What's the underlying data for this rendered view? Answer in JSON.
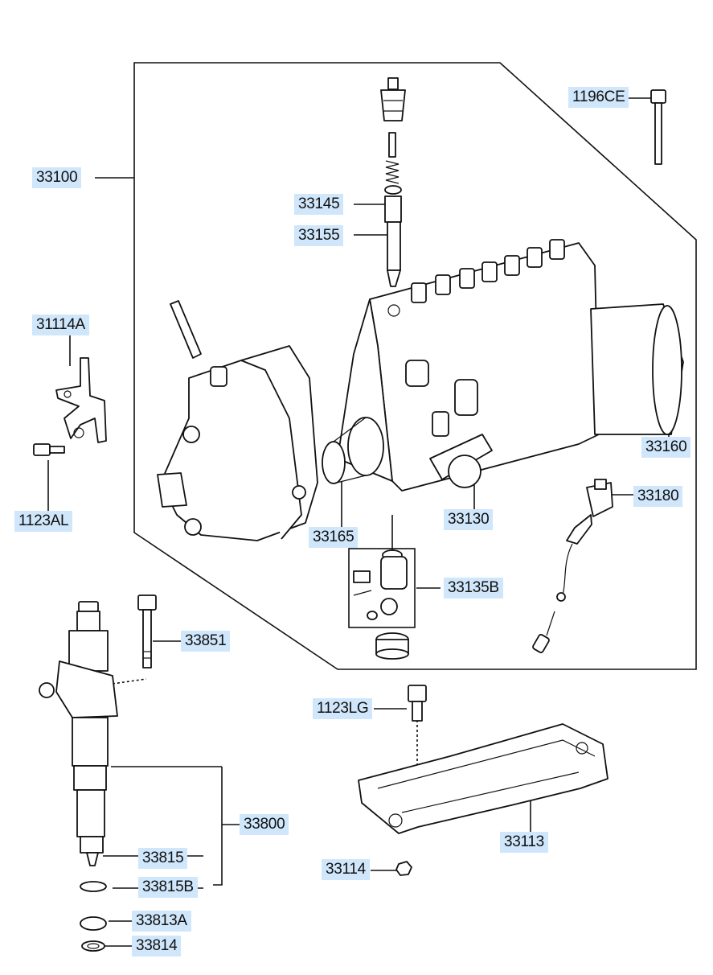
{
  "diagram": {
    "labels": {
      "p33100": "33100",
      "p1196CE": "1196CE",
      "p33145": "33145",
      "p33155": "33155",
      "p31114A": "31114A",
      "p1123AL": "1123AL",
      "p33160": "33160",
      "p33180": "33180",
      "p33130": "33130",
      "p33165": "33165",
      "p33135B": "33135B",
      "p33851": "33851",
      "p33800": "33800",
      "p33815": "33815",
      "p33815B": "33815B",
      "p33813A": "33813A",
      "p33814": "33814",
      "p1123LG": "1123LG",
      "p33113": "33113",
      "p33114": "33114"
    }
  }
}
